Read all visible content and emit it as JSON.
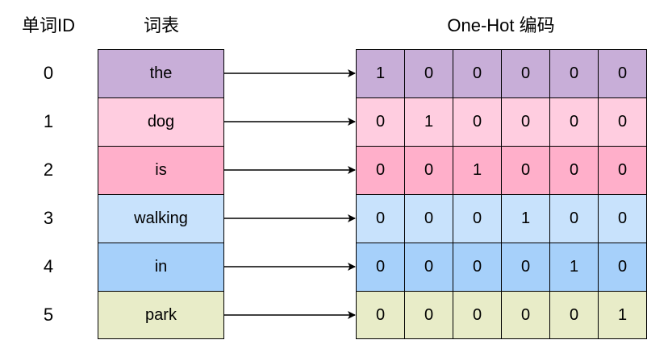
{
  "headers": {
    "id": "单词ID",
    "vocab": "词表",
    "onehot": "One-Hot 编码"
  },
  "rows": [
    {
      "id": "0",
      "word": "the",
      "color": "#c8aed8",
      "bits": [
        "1",
        "0",
        "0",
        "0",
        "0",
        "0"
      ]
    },
    {
      "id": "1",
      "word": "dog",
      "color": "#ffcde0",
      "bits": [
        "0",
        "1",
        "0",
        "0",
        "0",
        "0"
      ]
    },
    {
      "id": "2",
      "word": "is",
      "color": "#ffafca",
      "bits": [
        "0",
        "0",
        "1",
        "0",
        "0",
        "0"
      ]
    },
    {
      "id": "3",
      "word": "walking",
      "color": "#c8e2fc",
      "bits": [
        "0",
        "0",
        "0",
        "1",
        "0",
        "0"
      ]
    },
    {
      "id": "4",
      "word": "in",
      "color": "#a6d0fa",
      "bits": [
        "0",
        "0",
        "0",
        "0",
        "1",
        "0"
      ]
    },
    {
      "id": "5",
      "word": "park",
      "color": "#e8ecc8",
      "bits": [
        "0",
        "0",
        "0",
        "0",
        "0",
        "1"
      ]
    }
  ]
}
